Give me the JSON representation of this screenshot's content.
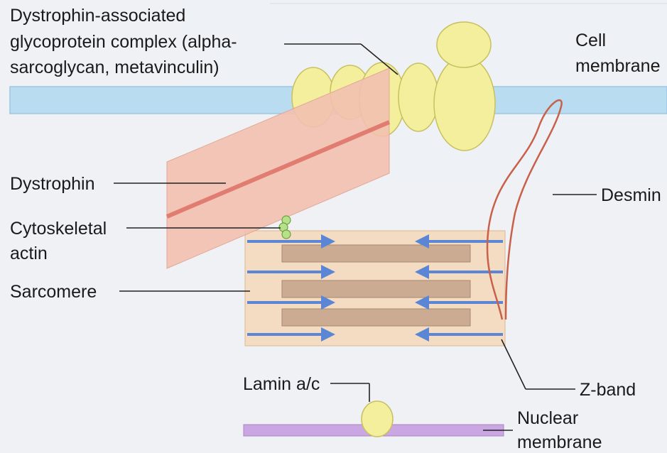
{
  "labels": {
    "dagc_line1": "Dystrophin-associated",
    "dagc_line2": "glycoprotein complex (alpha-",
    "dagc_line3": "sarcoglycan, metavinculin)",
    "cell_membrane_line1": "Cell",
    "cell_membrane_line2": "membrane",
    "dystrophin": "Dystrophin",
    "cytoskeletal_line1": "Cytoskeletal",
    "cytoskeletal_line2": "actin",
    "sarcomere": "Sarcomere",
    "desmin": "Desmin",
    "z_band": "Z-band",
    "lamin": "Lamin a/c",
    "nuclear_membrane_line1": "Nuclear",
    "nuclear_membrane_line2": "membrane"
  },
  "colors": {
    "cell_membrane": "#b9dcf0",
    "cell_membrane_edge": "#9cc6e2",
    "glycoprotein": "#f4ef9c",
    "glycoprotein_edge": "#c8c060",
    "dystrophin_sheet": "#f2c0b0",
    "dystrophin_core": "#e07c70",
    "actin_beads": "#b6e08a",
    "sarcomere_bg": "#f4dcc2",
    "thick_filament": "#cbac92",
    "thin_filament": "#5b86d6",
    "desmin": "#c8604a",
    "nuclear_membrane": "#caa6e2"
  }
}
